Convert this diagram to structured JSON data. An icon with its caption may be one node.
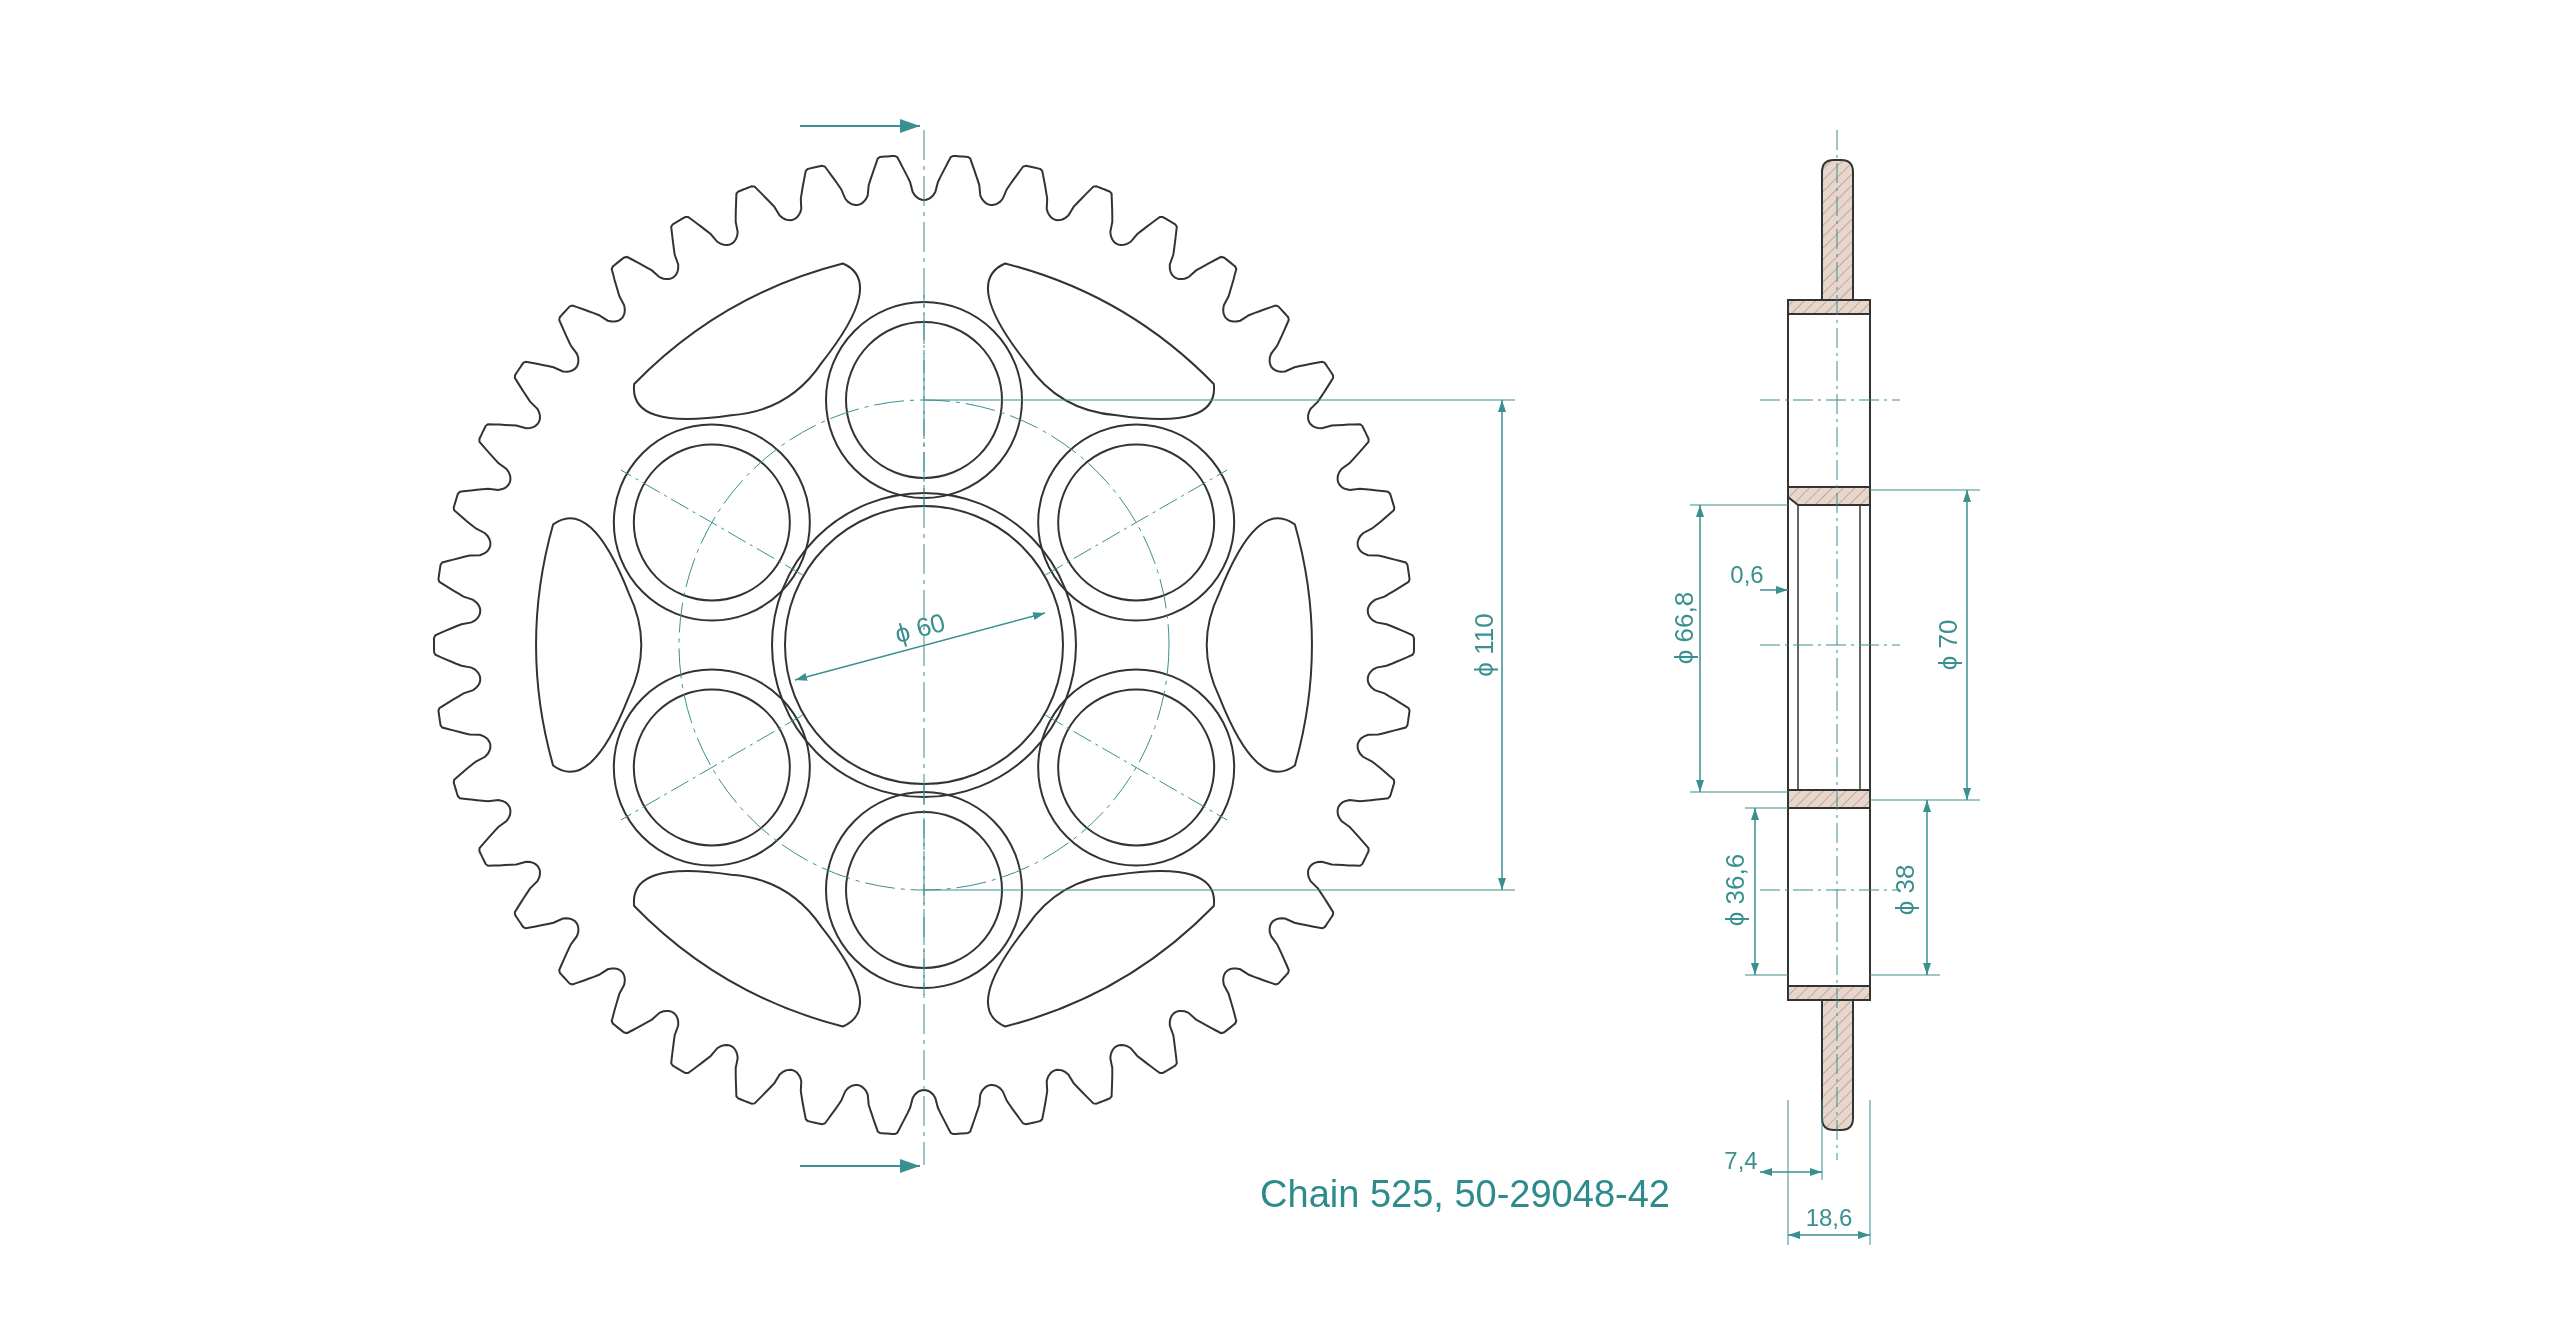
{
  "diagram": {
    "labels": [
      "ϕ 60",
      "ϕ 110",
      "0,6",
      "ϕ 66,8",
      "ϕ 70",
      "ϕ 36,6",
      "ϕ 38",
      "7,4",
      "Chain 525, 50-29048-42",
      "18,6"
    ]
  }
}
